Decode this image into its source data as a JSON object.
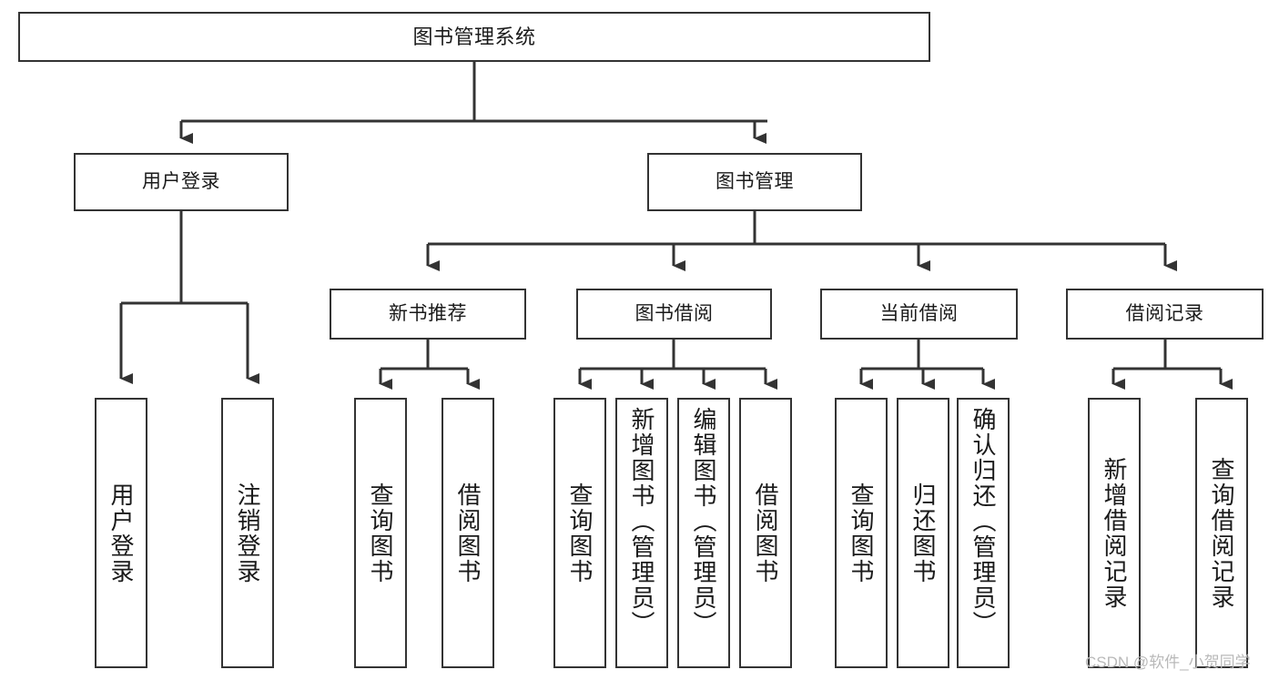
{
  "diagram": {
    "type": "tree-hierarchy-chart",
    "title": "图书管理系统",
    "stroke_color": "#333333",
    "fill_color": "#ffffff",
    "text_color": "#1a1a1a",
    "root": {
      "id": "root",
      "label": "图书管理系统"
    },
    "level1": [
      {
        "id": "user-login",
        "label": "用户登录"
      },
      {
        "id": "book-management",
        "label": "图书管理"
      }
    ],
    "level2": [
      {
        "id": "new-book-recommend",
        "label": "新书推荐",
        "parent": "book-management"
      },
      {
        "id": "book-borrow",
        "label": "图书借阅",
        "parent": "book-management"
      },
      {
        "id": "current-borrow",
        "label": "当前借阅",
        "parent": "book-management"
      },
      {
        "id": "borrow-record",
        "label": "借阅记录",
        "parent": "book-management"
      }
    ],
    "leaves": {
      "user_login": [
        {
          "id": "leaf-user-login",
          "label": "用户登录"
        },
        {
          "id": "leaf-user-logout",
          "label": "注销登录"
        }
      ],
      "new_book_recommend": [
        {
          "id": "leaf-query-book-1",
          "label": "查询图书"
        },
        {
          "id": "leaf-borrow-book-1",
          "label": "借阅图书"
        }
      ],
      "book_borrow": [
        {
          "id": "leaf-query-book-2",
          "label": "查询图书"
        },
        {
          "id": "leaf-add-book",
          "label": "新增图书（管理员）"
        },
        {
          "id": "leaf-edit-book",
          "label": "编辑图书（管理员）"
        },
        {
          "id": "leaf-borrow-book-2",
          "label": "借阅图书"
        }
      ],
      "current_borrow": [
        {
          "id": "leaf-query-book-3",
          "label": "查询图书"
        },
        {
          "id": "leaf-return-book",
          "label": "归还图书"
        },
        {
          "id": "leaf-confirm-return",
          "label": "确认归还（管理员）"
        }
      ],
      "borrow_record": [
        {
          "id": "leaf-add-record",
          "label": "新增借阅记录"
        },
        {
          "id": "leaf-query-record",
          "label": "查询借阅记录"
        }
      ]
    }
  },
  "watermark": {
    "text": "CSDN @软件_小贺同学"
  }
}
